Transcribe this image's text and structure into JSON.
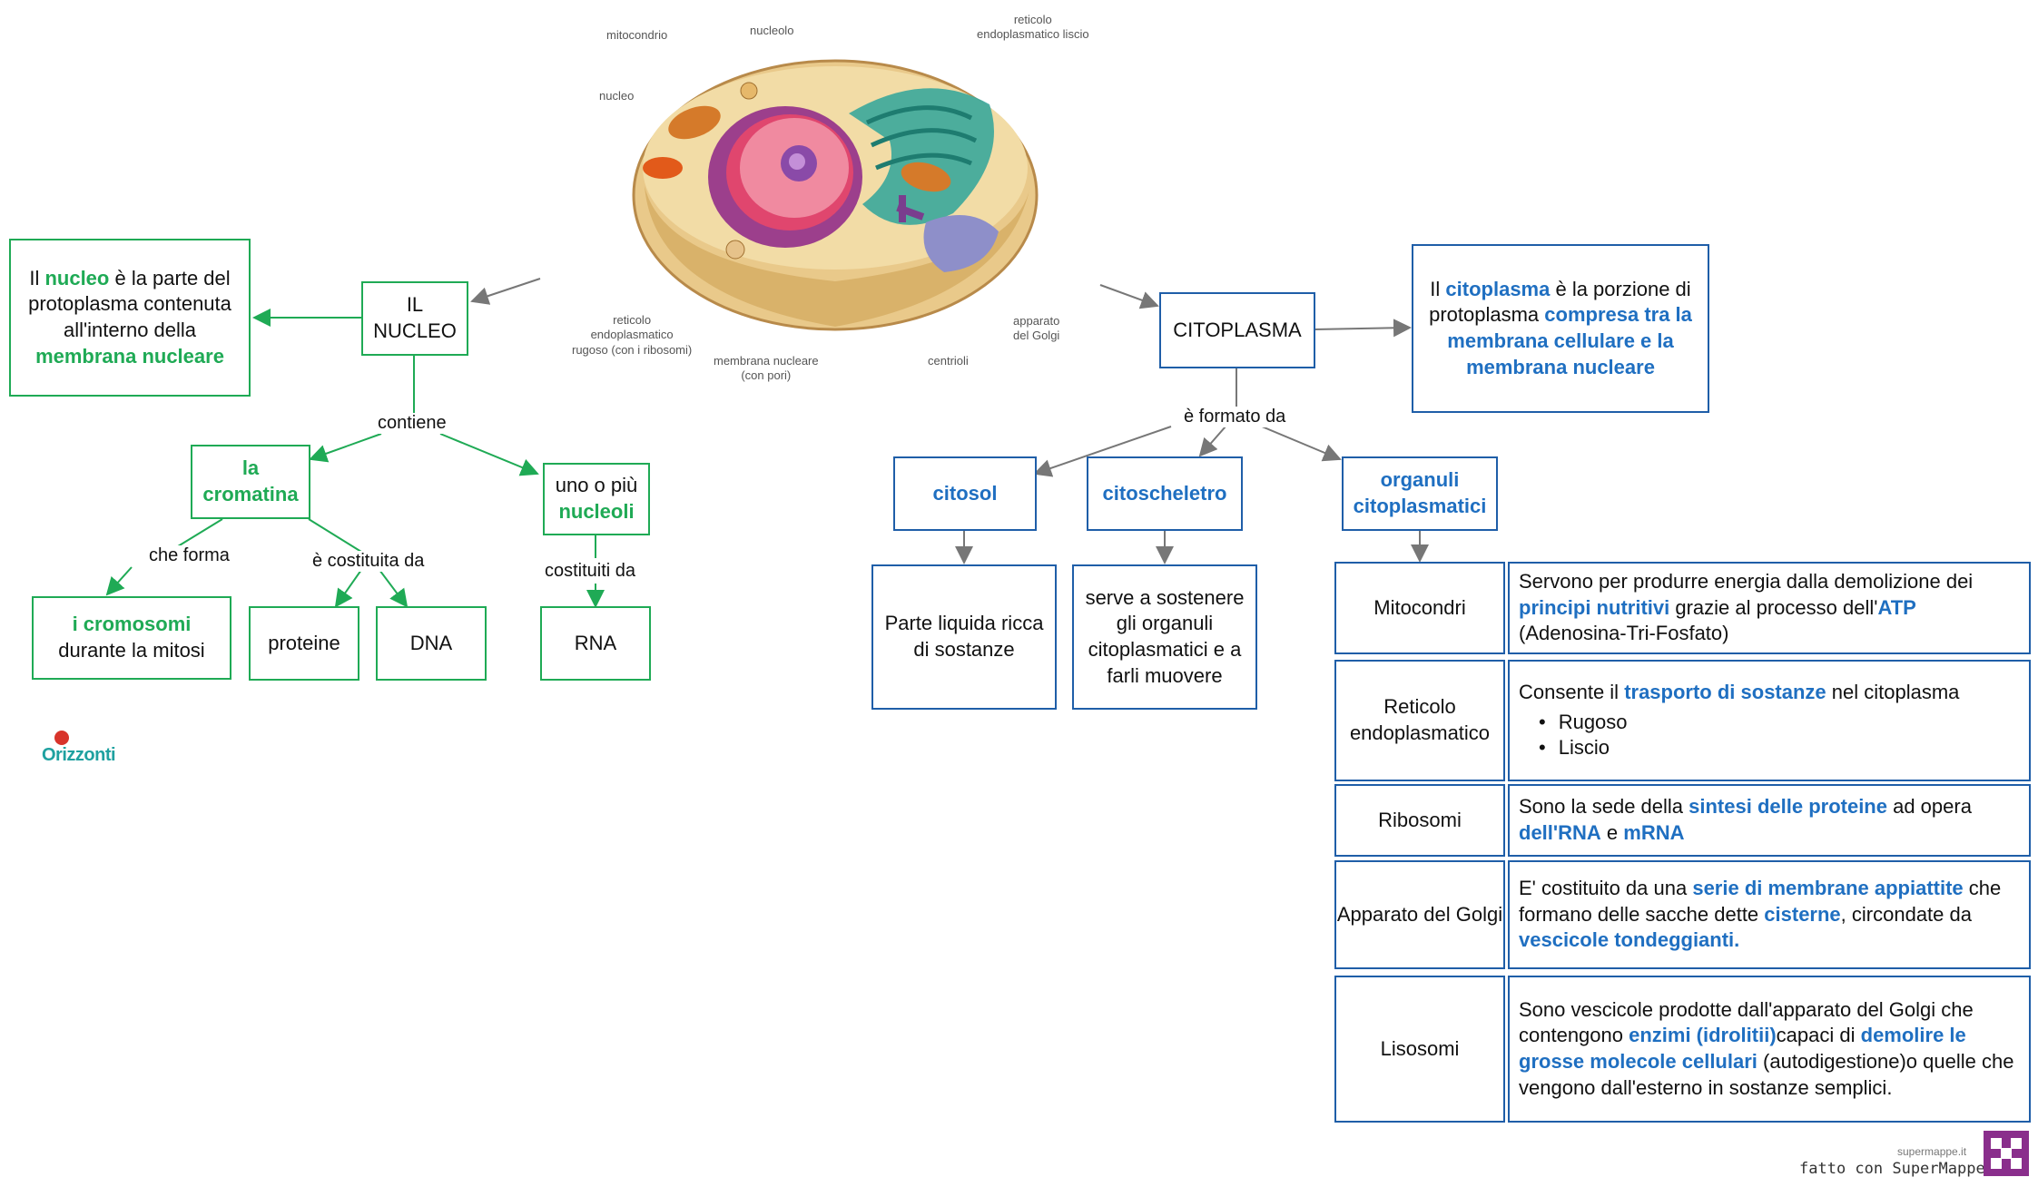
{
  "cell_labels": {
    "mitocondrio": "mitocondrio",
    "nucleolo": "nucleolo",
    "reticolo_liscio_1": "reticolo",
    "reticolo_liscio_2": "endoplasmatico liscio",
    "nucleo": "nucleo",
    "reticolo_rugoso_1": "reticolo",
    "reticolo_rugoso_2": "endoplasmatico",
    "reticolo_rugoso_3": "rugoso (con i ribosomi)",
    "membrana_1": "membrana nucleare",
    "membrana_2": "(con pori)",
    "centrioli": "centrioli",
    "golgi_1": "apparato",
    "golgi_2": "del Golgi"
  },
  "nucleus": {
    "title": "IL NUCLEO",
    "definition": {
      "t1": "Il ",
      "k1": "nucleo",
      "t2": " è la parte del protoplasma contenuta all'interno della ",
      "k2": "membrana nucleare"
    },
    "link_contiene": "contiene",
    "cromatina": "la cromatina",
    "nucleoli_1": "uno o più",
    "nucleoli_2": "nucleoli",
    "link_che_forma": "che forma",
    "link_costituita": "è costituita da",
    "link_costituiti": "costituiti da",
    "cromosomi_k": "i cromosomi",
    "cromosomi_t": "durante la mitosi",
    "proteine": "proteine",
    "dna": "DNA",
    "rna": "RNA"
  },
  "cytoplasm": {
    "title": "CITOPLASMA",
    "definition": {
      "t1": "Il ",
      "k1": "citoplasma",
      "t2": " è la porzione di protoplasma ",
      "k2": "compresa tra la membrana cellulare e la membrana nucleare"
    },
    "link_formato": "è formato da",
    "citosol": "citosol",
    "citoscheletro": "citoscheletro",
    "organuli": "organuli citoplasmatici",
    "citosol_desc": "Parte liquida ricca di sostanze",
    "citoscheletro_desc": "serve a sostenere gli organuli citoplasmatici e a farli muovere"
  },
  "organelles": [
    {
      "name": "Mitocondri",
      "parts": [
        {
          "t": "Servono per produrre energia dalla demolizione dei "
        },
        {
          "k": "principi nutritivi"
        },
        {
          "t": " grazie al processo dell'"
        },
        {
          "k": "ATP"
        },
        {
          "t": " (Adenosina-Tri-Fosfato)"
        }
      ]
    },
    {
      "name": "Reticolo endoplasmatico",
      "parts": [
        {
          "t": "Consente il "
        },
        {
          "k": "trasporto di sostanze"
        },
        {
          "t": " nel citoplasma"
        }
      ],
      "bullets": [
        "Rugoso",
        "Liscio"
      ]
    },
    {
      "name": "Ribosomi",
      "parts": [
        {
          "t": "Sono la sede della "
        },
        {
          "k": "sintesi delle proteine"
        },
        {
          "t": " ad opera "
        },
        {
          "k": "dell'RNA"
        },
        {
          "t": " e "
        },
        {
          "k": "mRNA"
        }
      ]
    },
    {
      "name": "Apparato del Golgi",
      "parts": [
        {
          "t": "E' costituito da una "
        },
        {
          "k": "serie di membrane appiattite"
        },
        {
          "t": " che formano delle sacche dette "
        },
        {
          "k": "cisterne"
        },
        {
          "t": ", circondate da "
        },
        {
          "k": "vescicole tondeggianti."
        }
      ]
    },
    {
      "name": "Lisosomi",
      "parts": [
        {
          "t": "Sono vescicole prodotte dall'apparato del Golgi che contengono "
        },
        {
          "k": "enzimi (idrolitii)"
        },
        {
          "t": "capaci di "
        },
        {
          "k": "demolire le grosse molecole cellulari"
        },
        {
          "t": " (autodigestione)o quelle che vengono dall'esterno in sostanze semplici."
        }
      ]
    }
  ],
  "branding": {
    "logo": "Orizzonti",
    "site": "supermappe.it",
    "made_with": "fatto con SuperMappe"
  },
  "colors": {
    "green": "#1faa55",
    "blue": "#1f6fc1",
    "border_blue": "#1f5ea8"
  }
}
